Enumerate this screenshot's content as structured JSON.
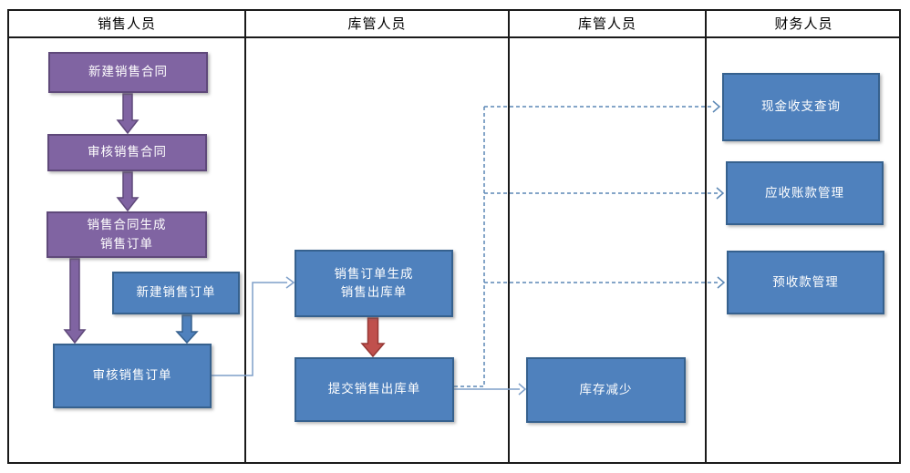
{
  "diagram": {
    "lanes": [
      {
        "label": "销售人员"
      },
      {
        "label": "库管人员"
      },
      {
        "label": "库管人员"
      },
      {
        "label": "财务人员"
      }
    ],
    "nodes": {
      "new_contract": {
        "label": "新建销售合同"
      },
      "review_contract": {
        "label": "审核销售合同"
      },
      "contract_to_order": {
        "label": "销售合同生成\n销售订单"
      },
      "new_order": {
        "label": "新建销售订单"
      },
      "review_order": {
        "label": "审核销售订单"
      },
      "order_to_outbound": {
        "label": "销售订单生成\n销售出库单"
      },
      "submit_outbound": {
        "label": "提交销售出库单"
      },
      "inventory_decrease": {
        "label": "库存减少"
      },
      "cash_query": {
        "label": "现金收支查询"
      },
      "receivable_mgmt": {
        "label": "应收账款管理"
      },
      "advance_mgmt": {
        "label": "预收款管理"
      }
    }
  },
  "colors": {
    "purple-fill": "#8064A2",
    "purple-border": "#5F497A",
    "blue-fill": "#4F81BD",
    "blue-border": "#36618E",
    "red-fill": "#C0504D",
    "red-border": "#953734",
    "connector": "#7E9FC9",
    "dashed": "#5B87B5",
    "frame": "#1a1a1a"
  }
}
